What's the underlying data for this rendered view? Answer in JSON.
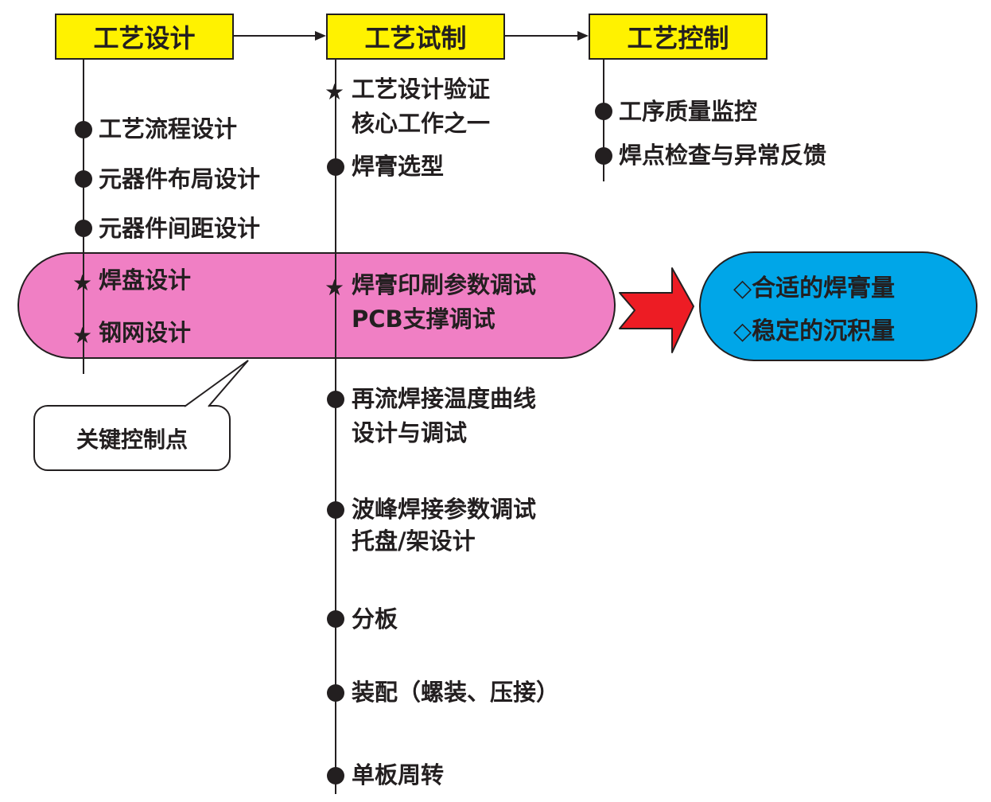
{
  "headers": [
    "工艺设计",
    "工艺试制",
    "工艺控制"
  ],
  "col1_items": [
    {
      "marker": "dot",
      "text": "工艺流程设计"
    },
    {
      "marker": "dot",
      "text": "元器件布局设计"
    },
    {
      "marker": "dot",
      "text": "元器件间距设计"
    },
    {
      "marker": "star",
      "text": "焊盘设计"
    },
    {
      "marker": "star",
      "text": "钢网设计"
    }
  ],
  "col2_items": [
    {
      "marker": "star",
      "lines": [
        "工艺设计验证",
        "核心工作之一"
      ]
    },
    {
      "marker": "dot",
      "lines": [
        "焊膏选型"
      ]
    },
    {
      "marker": "star",
      "lines": [
        "焊膏印刷参数调试",
        "PCB支撑调试"
      ]
    },
    {
      "marker": "dot",
      "lines": [
        "再流焊接温度曲线",
        "设计与调试"
      ]
    },
    {
      "marker": "dot",
      "lines": [
        "波峰焊接参数调试",
        "托盘/架设计"
      ]
    },
    {
      "marker": "dot",
      "lines": [
        "分板"
      ]
    },
    {
      "marker": "dot",
      "lines": [
        "装配（螺装、压接）"
      ]
    },
    {
      "marker": "dot",
      "lines": [
        "单板周转"
      ]
    }
  ],
  "col3_items": [
    {
      "marker": "dot",
      "text": "工序质量监控"
    },
    {
      "marker": "dot",
      "text": "焊点检查与异常反馈"
    }
  ],
  "results": [
    "◇合适的焊膏量",
    "◇稳定的沉积量"
  ],
  "callout": "关键控制点",
  "colors": {
    "header_fill": "#fff200",
    "highlight_fill": "#f07fc4",
    "result_fill": "#00a6e8",
    "arrow_fill": "#ed1c24",
    "ink": "#231f20"
  }
}
